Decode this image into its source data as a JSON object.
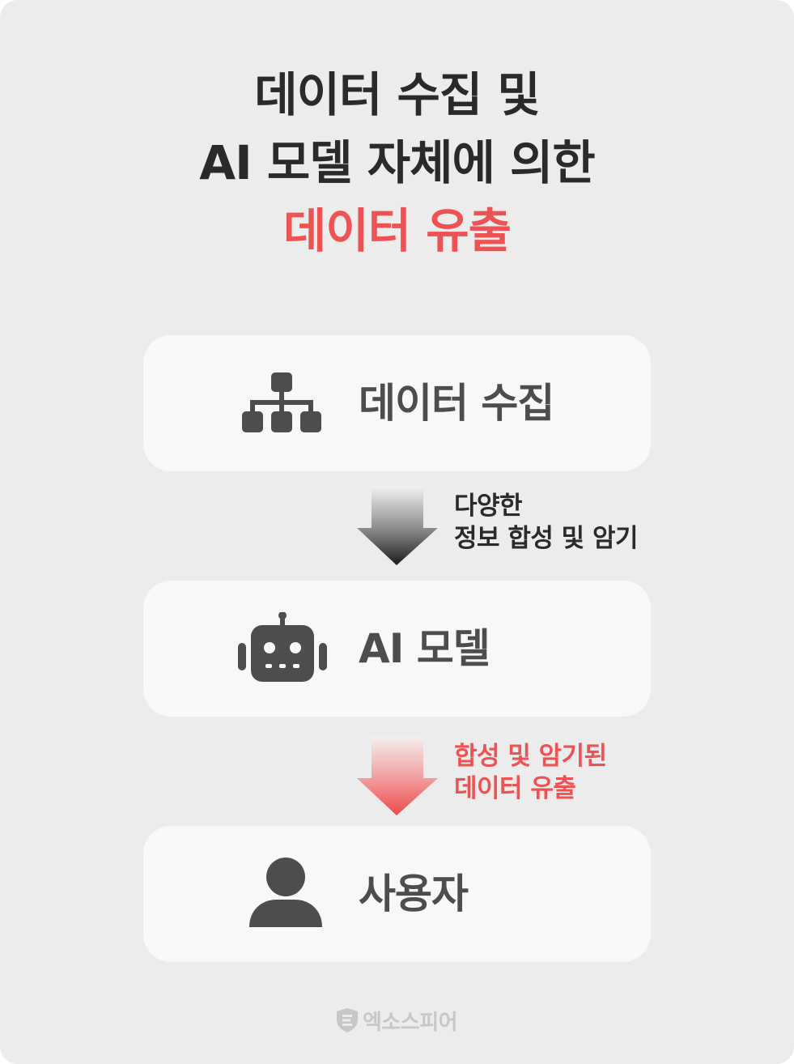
{
  "title": {
    "line1": "데이터 수집 및",
    "line2": "AI 모델 자체에 의한",
    "line3": "데이터 유출"
  },
  "steps": [
    {
      "label": "데이터 수집",
      "icon": "hierarchy-icon"
    },
    {
      "label": "AI 모델",
      "icon": "robot-icon"
    },
    {
      "label": "사용자",
      "icon": "user-icon"
    }
  ],
  "transitions": [
    {
      "line1": "다양한",
      "line2": "정보 합성 및 암기",
      "color": "#2a2a2a"
    },
    {
      "line1": "합성 및 암기된",
      "line2": "데이터 유출",
      "color": "#ee5253"
    }
  ],
  "brand": {
    "name": "엑소스피어",
    "icon": "shield-logo-icon"
  },
  "colors": {
    "accent": "#ee5253",
    "text_dark": "#2a2a2a",
    "icon_gray": "#4d4d4d",
    "background": "#ececec",
    "card": "#f8f8f8"
  }
}
